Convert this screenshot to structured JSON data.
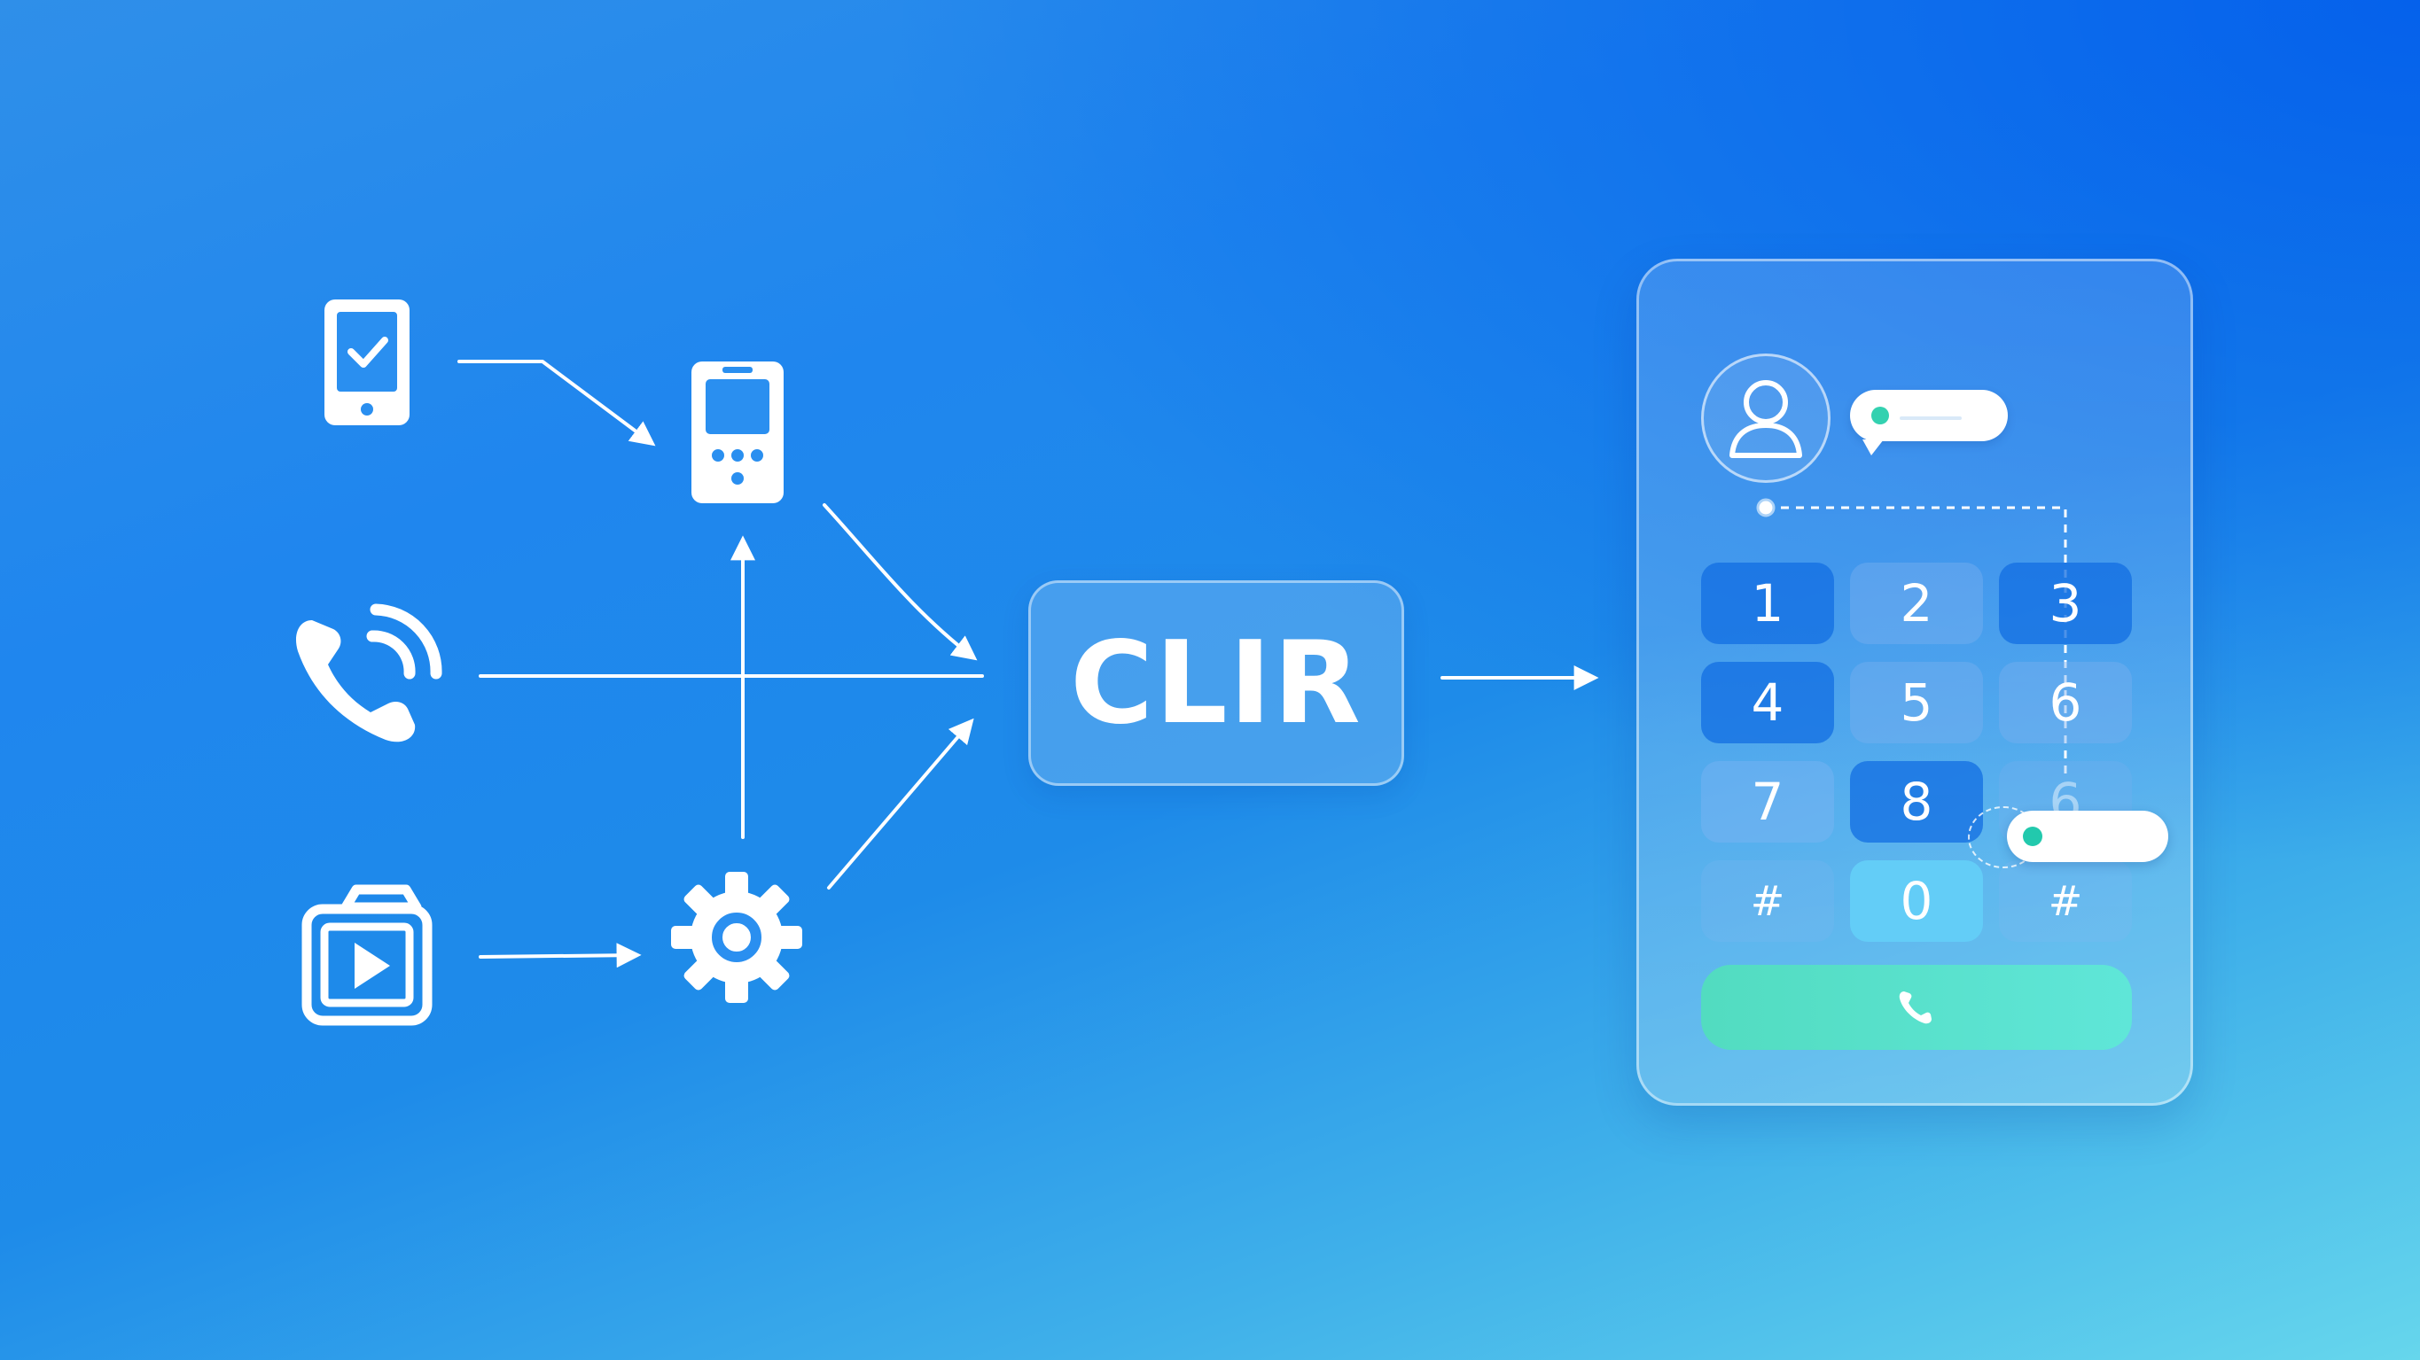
{
  "clir": {
    "label": "CLIR"
  },
  "dialer": {
    "keys": [
      {
        "label": "1"
      },
      {
        "label": "2"
      },
      {
        "label": "3"
      },
      {
        "label": "4"
      },
      {
        "label": "5"
      },
      {
        "label": "6"
      },
      {
        "label": "7"
      },
      {
        "label": "8"
      },
      {
        "label": "6"
      },
      {
        "label": "#"
      },
      {
        "label": "0"
      },
      {
        "label": "#"
      }
    ]
  },
  "icons": {
    "left_column": [
      "phone-check-icon",
      "phone-call-icon",
      "camera-video-icon"
    ],
    "middle_column": [
      "keypad-phone-icon",
      "gear-icon"
    ],
    "panel": [
      "avatar-icon",
      "call-handset-icon"
    ]
  },
  "colors": {
    "background_top": "#0a6ee8",
    "background_bottom": "#66d6ec",
    "call_button": "#52dcc0",
    "zero_key": "#63cdf7",
    "status_dot": "#33d1b0"
  }
}
